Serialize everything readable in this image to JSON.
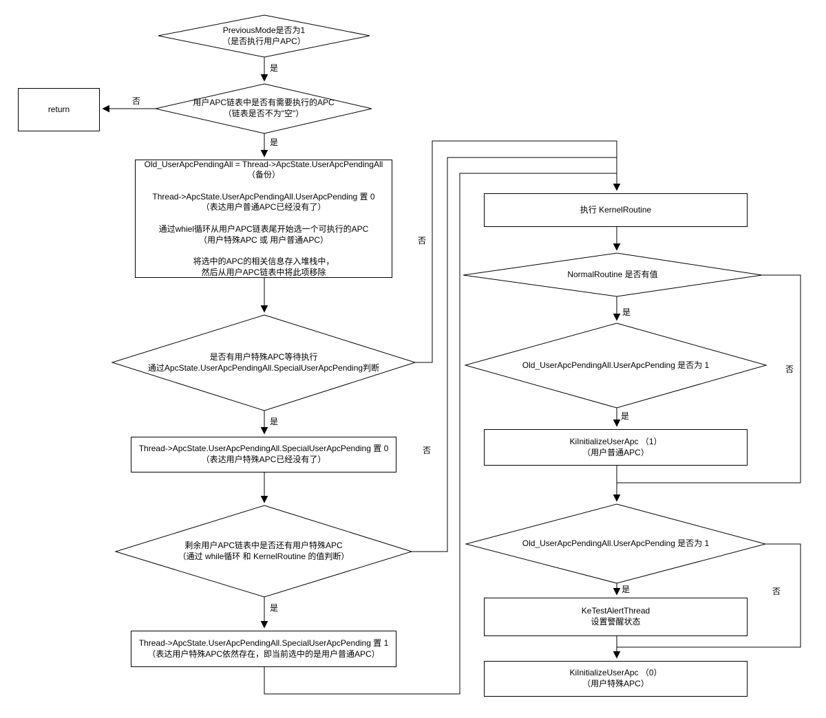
{
  "nodes": {
    "previous_mode_check": {
      "lines": [
        "PreviousMode是否为1",
        "（是否执行用户APC）"
      ]
    },
    "return_box": {
      "label": "return"
    },
    "apc_list_check": {
      "lines": [
        "用户APC链表中是否有需要执行的APC",
        "（链表是否不为\"空\"）"
      ]
    },
    "backup_and_select": {
      "lines": [
        "Old_UserApcPendingAll = Thread->ApcState.UserApcPendingAll",
        "（备份）",
        "",
        "Thread->ApcState.UserApcPendingAll.UserApcPending 置 0",
        "（表达用户普通APC已经没有了）",
        "",
        "通过whiel循环从用户APC链表尾开始选一个可执行的APC",
        "（用户特殊APC 或 用户普通APC）",
        "",
        "将选中的APC的相关信息存入堆栈中，",
        "然后从用户APC链表中将此项移除"
      ]
    },
    "special_apc_check": {
      "lines": [
        "是否有用户特殊APC等待执行",
        "通过ApcState.UserApcPendingAll.SpecialUserApcPending判断"
      ]
    },
    "clear_special_pending": {
      "lines": [
        "Thread->ApcState.UserApcPendingAll.SpecialUserApcPending 置 0",
        "（表达用户特殊APC已经没有了）"
      ]
    },
    "remaining_special_check": {
      "lines": [
        "剩余用户APC链表中是否还有用户特殊APC",
        "（通过 while循环 和 KernelRoutine 的值判断）"
      ]
    },
    "set_special_pending": {
      "lines": [
        "Thread->ApcState.UserApcPendingAll.SpecialUserApcPending 置 1",
        "（表达用户特殊APC依然存在，即当前选中的是用户普通APC）"
      ]
    },
    "exec_kernel_routine": {
      "lines": [
        "执行 KernelRoutine"
      ]
    },
    "normal_routine_check": {
      "lines": [
        "NormalRoutine 是否有值"
      ]
    },
    "user_apc_pending_check1": {
      "lines": [
        "Old_UserApcPendingAll.UserApcPending 是否为 1"
      ]
    },
    "ki_init_user_apc_1": {
      "lines": [
        "KiInitializeUserApc （1）",
        "（用户普通APC）"
      ]
    },
    "user_apc_pending_check2": {
      "lines": [
        "Old_UserApcPendingAll.UserApcPending 是否为 1"
      ]
    },
    "ke_test_alert_thread": {
      "lines": [
        "KeTestAlertThread",
        "设置警醒状态"
      ]
    },
    "ki_init_user_apc_0": {
      "lines": [
        "KiInitializeUserApc （0）",
        "（用户特殊APC）"
      ]
    }
  },
  "edge_labels": {
    "previous_mode_yes": "是",
    "apc_list_no": "否",
    "apc_list_yes": "是",
    "special_apc_yes": "是",
    "special_apc_no": "否",
    "remaining_yes": "是",
    "remaining_no": "否",
    "normal_routine_yes": "是",
    "normal_routine_no": "否",
    "pending1_yes": "是",
    "pending2_yes": "是",
    "pending2_no": "否"
  },
  "colors": {
    "stroke": "#000000",
    "background": "#ffffff"
  }
}
